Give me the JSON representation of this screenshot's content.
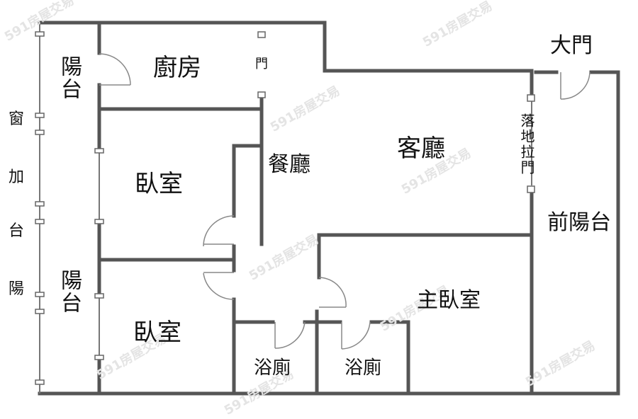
{
  "plan": {
    "rooms": {
      "kitchen": "廚房",
      "living_room": "客廳",
      "dining_room": "餐廳",
      "bedroom_1": "臥室",
      "bedroom_2": "臥室",
      "master_bedroom": "主臥室",
      "bathroom_1": "浴廁",
      "bathroom_2": "浴廁",
      "back_balcony_upper": "陽台",
      "back_balcony_lower": "陽台",
      "front_balcony": "前陽台"
    },
    "labels": {
      "main_door": "大門",
      "sliding_door": "落地拉門",
      "kitchen_door": "門",
      "balcony_window": "陽台加窗"
    },
    "balcony_window_chars": [
      "窗",
      "加",
      "台",
      "陽"
    ],
    "watermark": "591房屋交易",
    "colors": {
      "wall": "#555555",
      "background": "#ffffff",
      "text": "#111111"
    }
  }
}
